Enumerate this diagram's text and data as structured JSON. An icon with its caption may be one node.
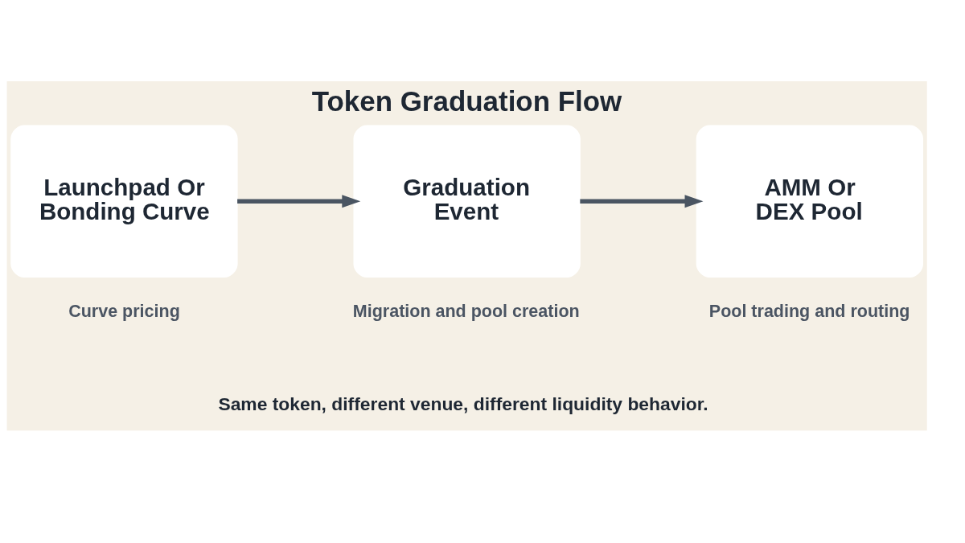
{
  "diagram": {
    "title": "Token Graduation Flow",
    "caption": "Same token, different venue, different liquidity behavior.",
    "nodes": [
      {
        "text": [
          "Launchpad Or Bonding Curve"
        ],
        "beside": [
          "Curve pricing"
        ]
      },
      {
        "text": [
          "Graduation Event"
        ],
        "beside": [
          "Migration and pool creation"
        ]
      },
      {
        "text": [
          "AMM Or DEX Pool"
        ],
        "beside": [
          "Pool trading and routing"
        ]
      }
    ],
    "edges": [
      {
        "from": 0,
        "to": 1,
        "arrow": "to"
      },
      {
        "from": 1,
        "to": 2,
        "arrow": "to"
      }
    ]
  }
}
